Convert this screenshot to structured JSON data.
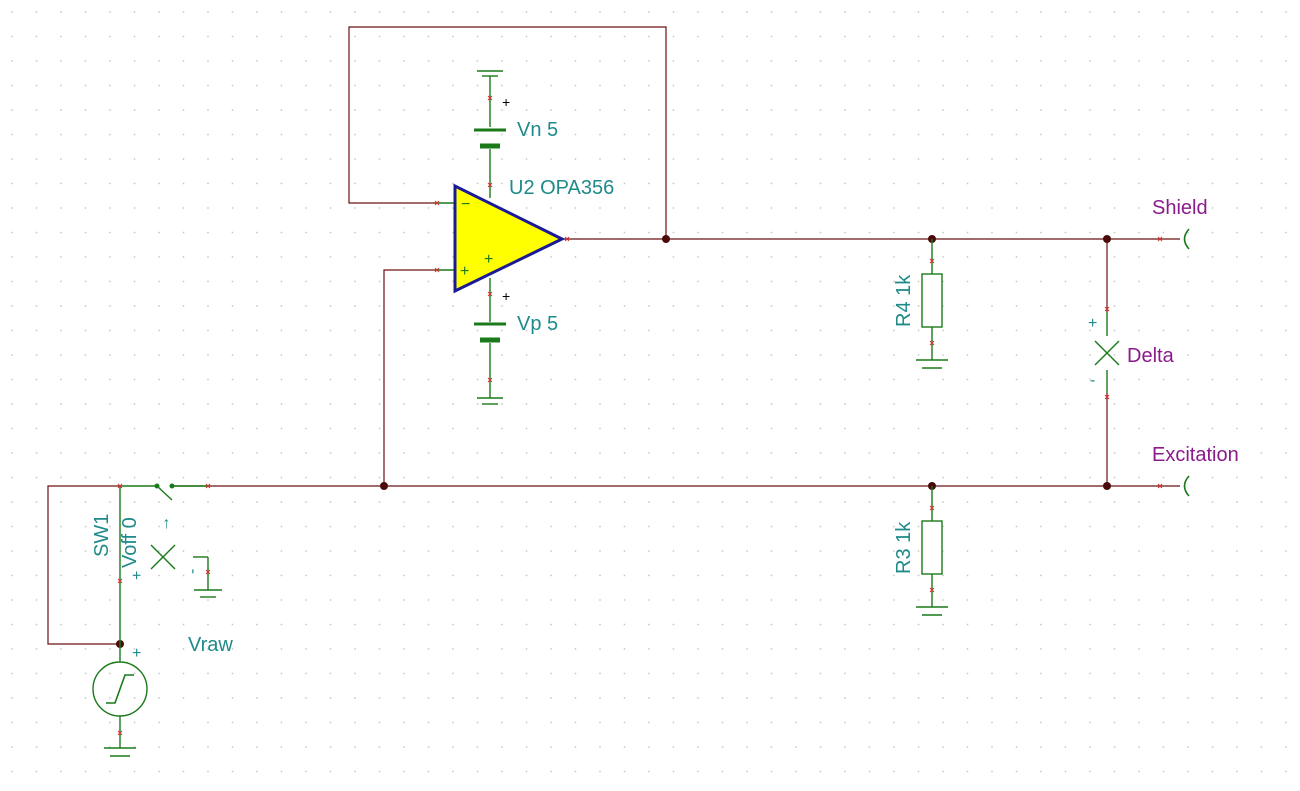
{
  "opamp": {
    "label": "U2 OPA356",
    "minus_sign": "−",
    "plus_sign": "+",
    "plus_inner": "+"
  },
  "vn": {
    "label": "Vn 5",
    "polarity": "+"
  },
  "vp": {
    "label": "Vp 5",
    "polarity": "+"
  },
  "r4": {
    "label": "R4 1k"
  },
  "r3": {
    "label": "R3 1k"
  },
  "delta": {
    "label": "Delta",
    "plus": "+",
    "minus": "-"
  },
  "shield": {
    "label": "Shield"
  },
  "excitation": {
    "label": "Excitation"
  },
  "sw1": {
    "label": "SW1"
  },
  "voff": {
    "label": "Voff 0",
    "arrow": "→",
    "plus": "+",
    "minus": "-"
  },
  "vraw": {
    "label": "Vraw",
    "plus": "+"
  },
  "colors": {
    "wire": "#6b1010",
    "component": "#1a7a1a",
    "label_teal": "#1f8a8a",
    "label_purple": "#8b1a8b",
    "opamp_fill": "#ffff00",
    "opamp_outline": "#1a1a99",
    "grid_dot": "#c8c8c8"
  }
}
